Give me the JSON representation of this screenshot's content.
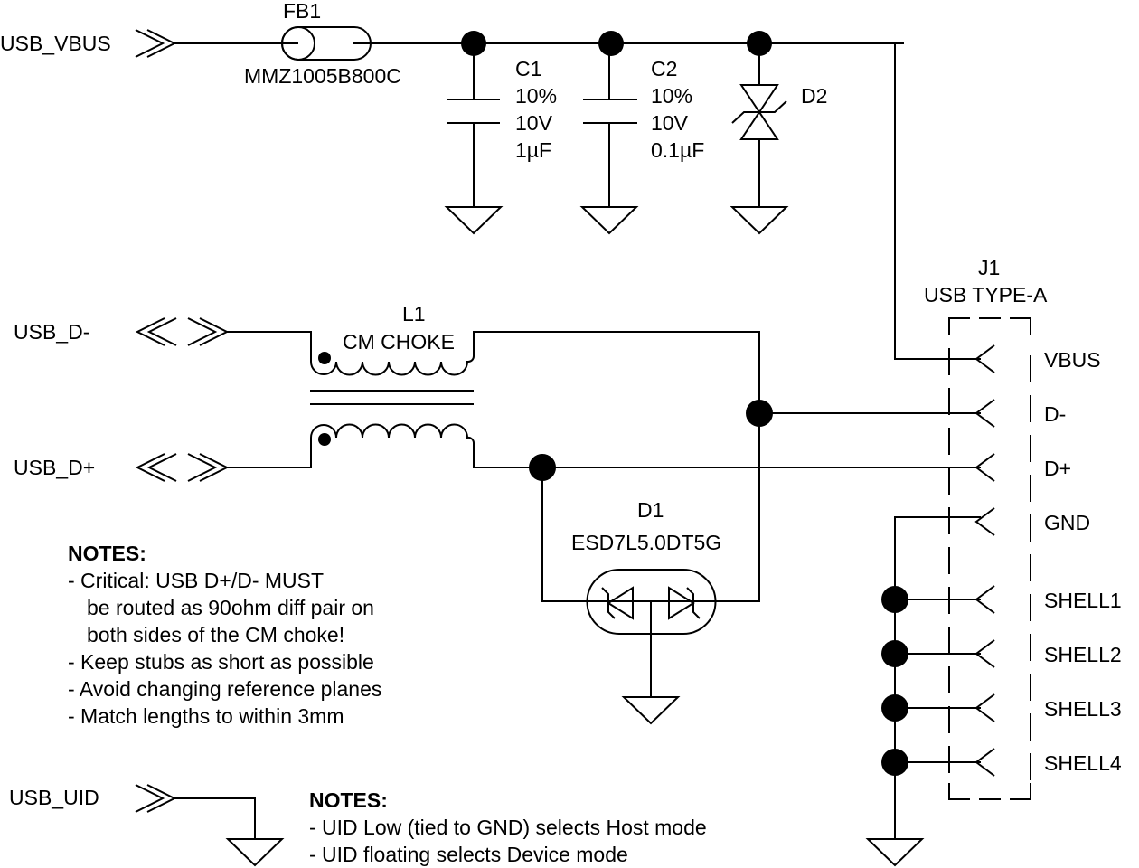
{
  "net_labels": {
    "vbus": "USB_VBUS",
    "dminus": "USB_D-",
    "dplus": "USB_D+",
    "uid": "USB_UID"
  },
  "components": {
    "fb1": {
      "ref": "FB1",
      "value": "MMZ1005B800C"
    },
    "c1": {
      "ref": "C1",
      "tolerance": "10%",
      "voltage": "10V",
      "value": "1µF"
    },
    "c2": {
      "ref": "C2",
      "tolerance": "10%",
      "voltage": "10V",
      "value": "0.1µF"
    },
    "d2": {
      "ref": "D2"
    },
    "l1": {
      "ref": "L1",
      "value": "CM CHOKE"
    },
    "d1": {
      "ref": "D1",
      "value": "ESD7L5.0DT5G"
    },
    "j1": {
      "ref": "J1",
      "value": "USB TYPE-A",
      "pins": [
        "VBUS",
        "D-",
        "D+",
        "GND",
        "SHELL1",
        "SHELL2",
        "SHELL3",
        "SHELL4"
      ]
    }
  },
  "notes_routing": {
    "title": "NOTES:",
    "lines": [
      "- Critical: USB D+/D- MUST",
      "be routed as 90ohm diff pair on",
      "both sides of the CM choke!",
      "- Keep stubs as short as possible",
      "- Avoid changing reference planes",
      "- Match lengths to within 3mm"
    ]
  },
  "notes_uid": {
    "title": "NOTES:",
    "lines": [
      "- UID Low (tied to GND) selects Host mode",
      "- UID floating selects Device mode"
    ]
  }
}
